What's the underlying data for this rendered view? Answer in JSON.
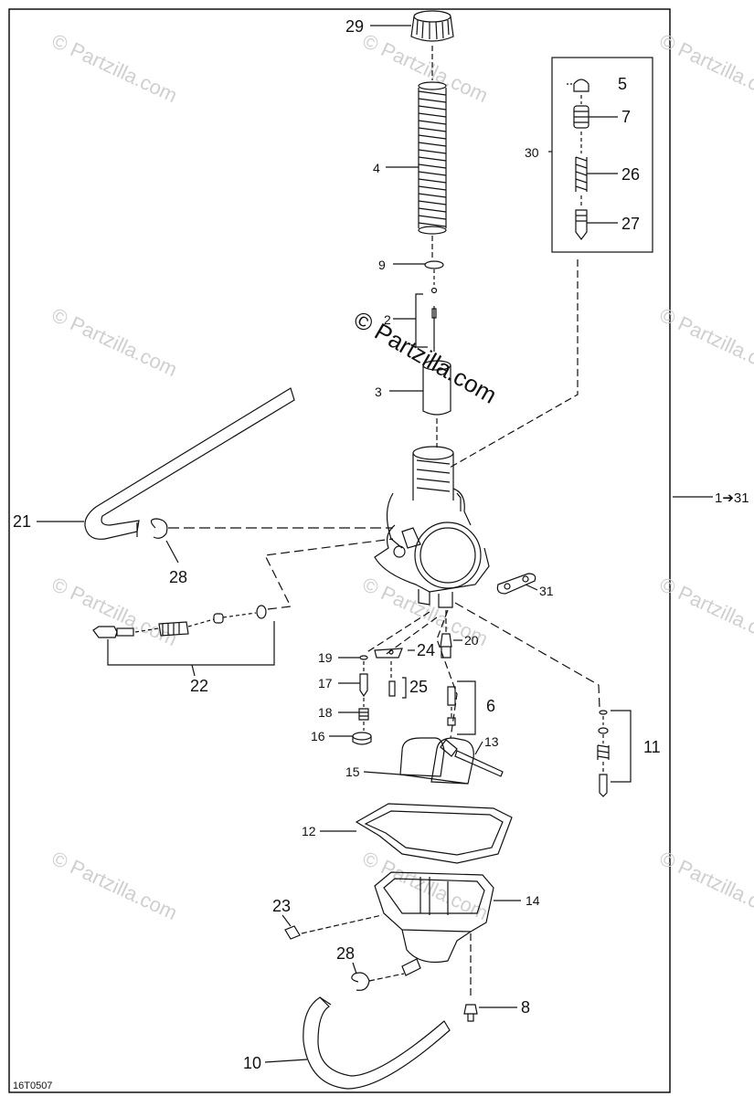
{
  "diagram": {
    "code": "16T0507",
    "range_label": "1➔31",
    "watermark": "© Partzilla.com",
    "callouts": {
      "c29": "29",
      "c5": "5",
      "c7": "7",
      "c30": "30",
      "c26": "26",
      "c27": "27",
      "c4": "4",
      "c9": "9",
      "c2": "2",
      "c3": "3",
      "c21": "21",
      "c28a": "28",
      "c31": "31",
      "c22": "22",
      "c19": "19",
      "c24": "24",
      "c20": "20",
      "c17": "17",
      "c25": "25",
      "c6": "6",
      "c18": "18",
      "c16": "16",
      "c13": "13",
      "c15": "15",
      "c11": "11",
      "c12": "12",
      "c14": "14",
      "c23": "23",
      "c28b": "28",
      "c8": "8",
      "c10": "10"
    }
  },
  "colors": {
    "line": "#111111",
    "watermark": "#cfcfcf",
    "background": "#ffffff"
  }
}
